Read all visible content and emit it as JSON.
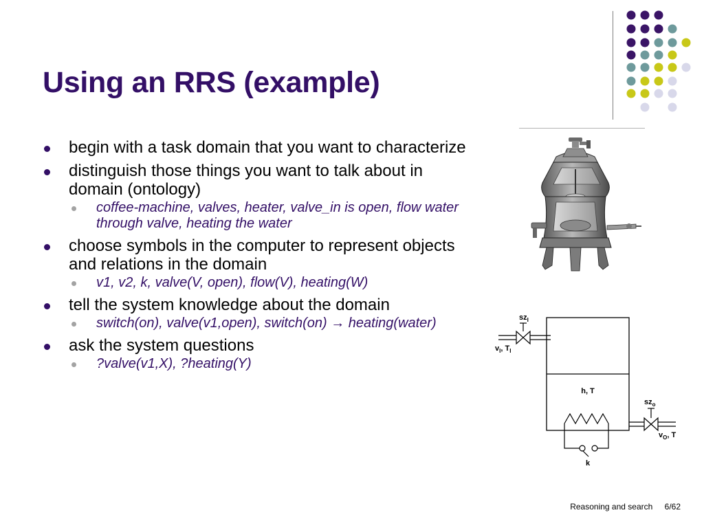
{
  "slide": {
    "title": "Using an RRS (example)",
    "bullets": [
      {
        "text": "begin with a task domain that you want to characterize",
        "sub": []
      },
      {
        "text": "distinguish those things you want to talk about in domain (ontology)",
        "sub": [
          "coffee-machine, valves, heater, valve_in is open, flow water through valve, heating the water"
        ]
      },
      {
        "text": "choose symbols in the computer to represent objects and relations in the domain",
        "sub": [
          "v1, v2, k, valve(V, open), flow(V), heating(W)"
        ]
      },
      {
        "text": "tell the system knowledge about the domain",
        "sub": [
          "switch(on), valve(v1,open), switch(on) → heating(water)"
        ]
      },
      {
        "text": "ask the system questions",
        "sub": [
          "?valve(v1,X), ?heating(Y)"
        ]
      }
    ]
  },
  "diagram": {
    "sz_in_base": "sz",
    "sz_in_sub": "I",
    "v_in_base": "v",
    "v_in_sub": "I",
    "v_in_sep": ", T",
    "v_in_sub2": "I",
    "tank_label": "h, T",
    "sz_out_base": "sz",
    "sz_out_sub": "o",
    "v_out_base": "v",
    "v_out_sub": "O",
    "v_out_suffix": ", T",
    "switch_label": "k"
  },
  "footer": {
    "course": "Reasoning and search",
    "page": "6/62"
  },
  "colors": {
    "title": "#330f66",
    "dot_purple": "#3a1466",
    "dot_teal": "#6e9a9c",
    "dot_yellow": "#c8c818",
    "dot_lavender": "#d8d8ea"
  }
}
